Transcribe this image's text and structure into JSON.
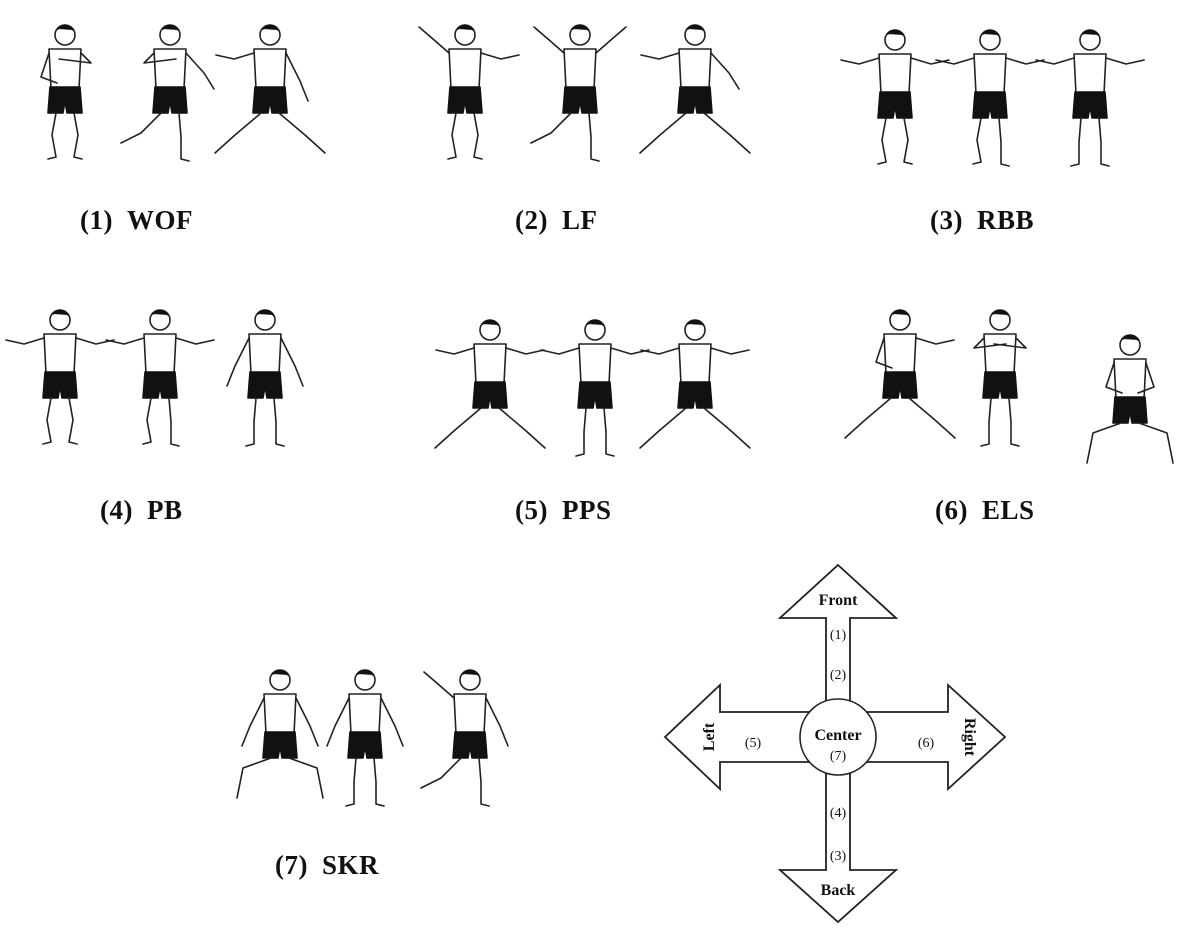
{
  "panels": [
    {
      "id": "1",
      "number": "(1)",
      "abbr": "WOF"
    },
    {
      "id": "2",
      "number": "(2)",
      "abbr": "LF"
    },
    {
      "id": "3",
      "number": "(3)",
      "abbr": "RBB"
    },
    {
      "id": "4",
      "number": "(4)",
      "abbr": "PB"
    },
    {
      "id": "5",
      "number": "(5)",
      "abbr": "PPS"
    },
    {
      "id": "6",
      "number": "(6)",
      "abbr": "ELS"
    },
    {
      "id": "7",
      "number": "(7)",
      "abbr": "SKR"
    }
  ],
  "compass": {
    "front": "Front",
    "back": "Back",
    "left": "Left",
    "right": "Right",
    "center": "Center",
    "center_num": "(7)",
    "up_nums": [
      "(1)",
      "(2)"
    ],
    "down_nums": [
      "(4)",
      "(3)"
    ],
    "left_num": "(5)",
    "right_num": "(6)"
  }
}
